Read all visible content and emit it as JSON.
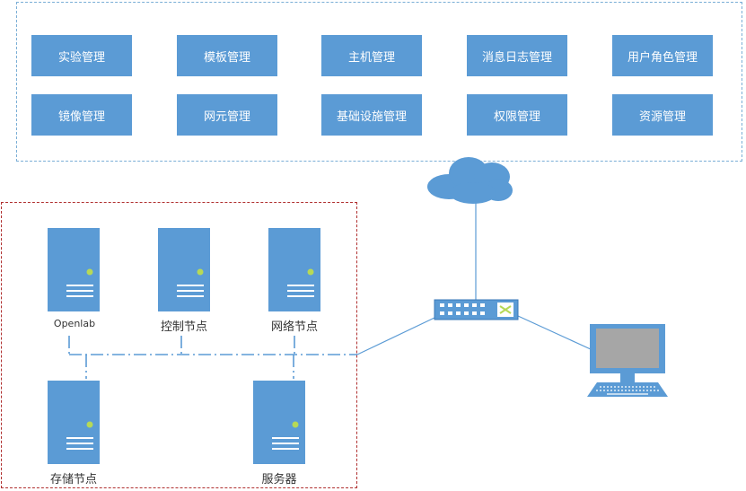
{
  "modules": [
    "实验管理",
    "模板管理",
    "主机管理",
    "消息日志管理",
    "用户角色管理",
    "镜像管理",
    "网元管理",
    "基础设施管理",
    "权限管理",
    "资源管理"
  ],
  "nodes": {
    "openlab": "Openlab",
    "control": "控制节点",
    "network": "网络节点",
    "storage": "存储节点",
    "server": "服务器"
  },
  "colors": {
    "module_fill": "#5b9bd5",
    "device_fill": "#5b9bd5",
    "top_border": "#7aaed6",
    "bottom_border": "#b03030",
    "status_led": "#b6d957",
    "screen": "#a6a6a6"
  },
  "icons": [
    "cloud-icon",
    "switch-icon",
    "server-icon",
    "computer-icon"
  ]
}
